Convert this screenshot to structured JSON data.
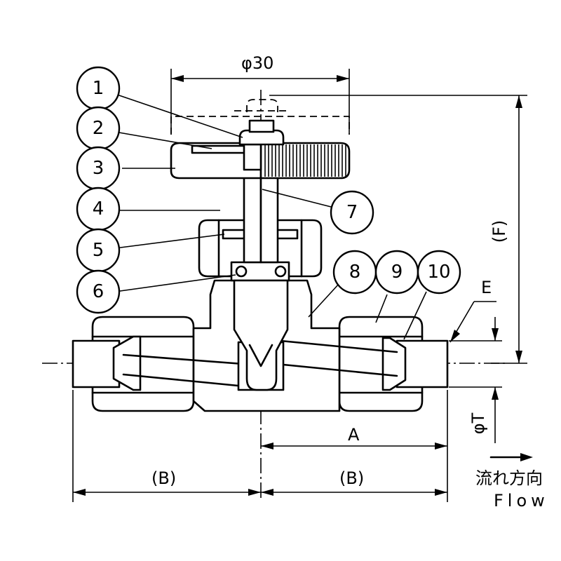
{
  "dimensions": {
    "phi30": "φ30",
    "F": "(F)",
    "E": "E",
    "A": "A",
    "B_left": "(B)",
    "B_right": "(B)",
    "phiT": "φT"
  },
  "flow": {
    "jp": "流れ方向",
    "en": "Flow"
  },
  "callouts": [
    "1",
    "2",
    "3",
    "4",
    "5",
    "6",
    "7",
    "8",
    "9",
    "10"
  ]
}
